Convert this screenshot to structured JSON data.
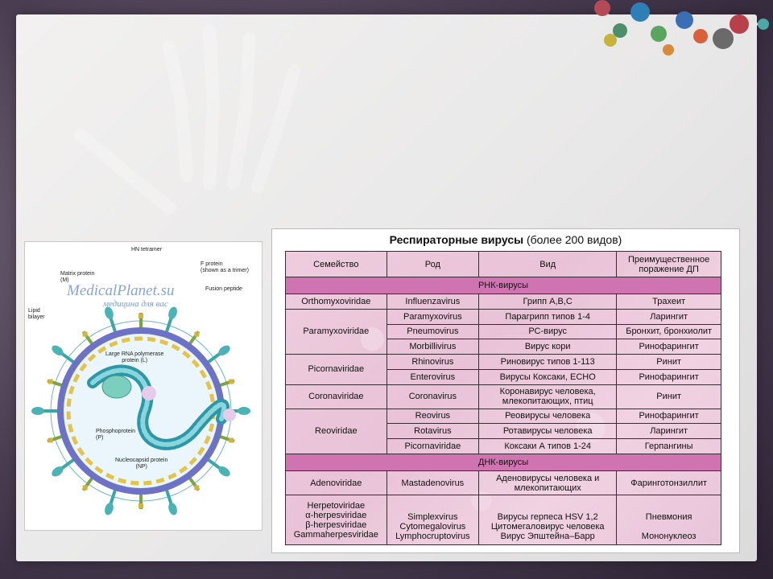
{
  "figure": {
    "labels": {
      "hn_tetramer": "HN tetramer",
      "matrix_protein": "Matrix protein\n(M)",
      "f_protein": "F protein\n(shown as a trimer)",
      "fusion_peptide": "Fusion peptide",
      "lipid_bilayer": "Lipid\nbilayer",
      "polymerase": "Large RNA polymerase\nprotein (L)",
      "phosphoprotein": "Phosphoprotein\n(P)",
      "nucleocapsid": "Nucleocapsid protein\n(NP)"
    },
    "watermark_main": "MedicalPlanet.su",
    "watermark_sub": "медицина для вас"
  },
  "table": {
    "title_bold": "Респираторные вирусы",
    "title_rest": " (более 200 видов)",
    "headers": [
      "Семейство",
      "Род",
      "Вид",
      "Преимущественное поражение ДП"
    ],
    "section_rna": "РНК-вирусы",
    "section_dna": "ДНК-вирусы",
    "rna": {
      "orthomyxo": {
        "family": "Orthomyxoviridae",
        "genus": "Influenzavirus",
        "species": "Грипп A,B,C",
        "lesion": "Трахеит"
      },
      "paramyxo_family": "Paramyxoviridae",
      "paramyxo": [
        {
          "genus": "Paramyxovirus",
          "species": "Парагрипп типов 1-4",
          "lesion": "Ларингит"
        },
        {
          "genus": "Pneumovirus",
          "species": "РС-вирус",
          "lesion": "Бронхит, бронхиолит"
        },
        {
          "genus": "Morbillivirus",
          "species": "Вирус кори",
          "lesion": "Ринофарингит"
        }
      ],
      "picorna_family": "Picornaviridae",
      "picorna": [
        {
          "genus": "Rhinovirus",
          "species": "Риновирус типов 1-113",
          "lesion": "Ринит"
        },
        {
          "genus": "Enterovirus",
          "species": "Вирусы Коксаки, ECHO",
          "lesion": "Ринофарингит"
        }
      ],
      "corona": {
        "family": "Coronaviridae",
        "genus": "Coronavirus",
        "species": "Коронавирус человека, млекопитающих, птиц",
        "lesion": "Ринит"
      },
      "reo_family": "Reoviridae",
      "reo": [
        {
          "genus": "Reovirus",
          "species": "Реовирусы человека",
          "lesion": "Ринофарингит"
        },
        {
          "genus": "Rotavirus",
          "species": "Ротавирусы человека",
          "lesion": "Ларингит"
        },
        {
          "genus": "Picornaviridae",
          "species": "Коксаки А типов 1-24",
          "lesion": "Герпангины"
        }
      ]
    },
    "dna": {
      "adeno": {
        "family": "Adenoviridae",
        "genus": "Mastadenovirus",
        "species": "Аденовирусы человека и млекопитающих",
        "lesion": "Фаринготонзиллит"
      },
      "herpes": {
        "family": [
          "Herpetoviridae",
          "α-herpesviridae",
          "β-herpesviridae",
          "Gammaherpesviridae"
        ],
        "genus": [
          "Simplexvirus",
          "Cytomegalovirus",
          "Lymphocruptovirus"
        ],
        "species": [
          "Вирусы герпеса HSV 1,2",
          "Цитомегаловирус человека",
          "Вирус Эпштейна–Барр"
        ],
        "lesion_1": "Пневмония",
        "lesion_2": "Мононуклеоз"
      }
    }
  }
}
